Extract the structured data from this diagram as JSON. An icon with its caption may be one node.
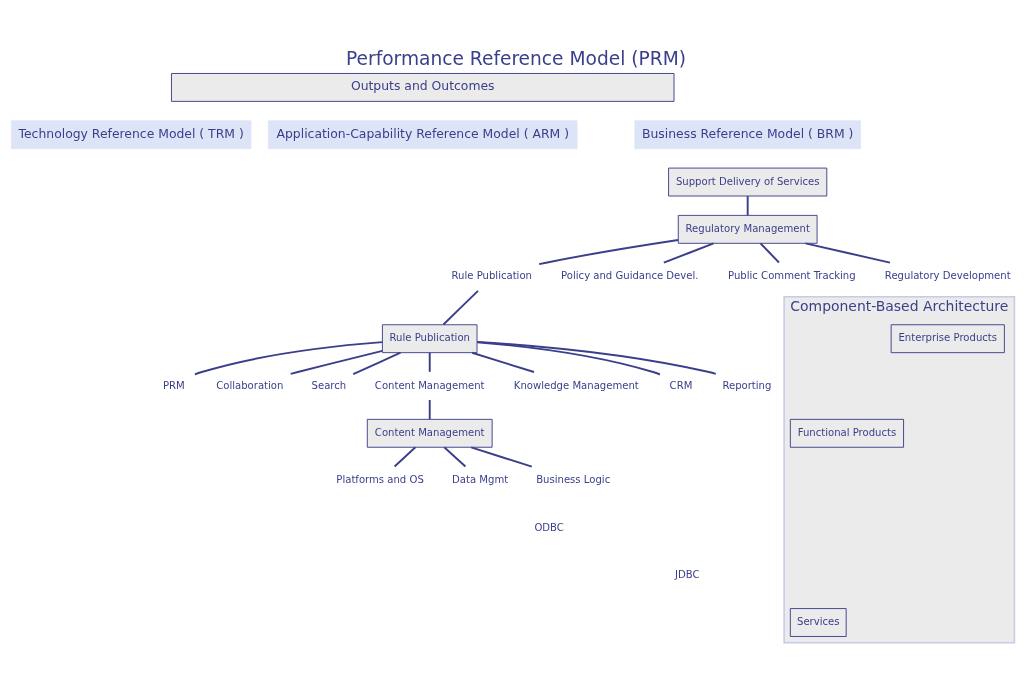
{
  "diagram": {
    "title": "Performance Reference Model (PRM)",
    "nodes": [
      {
        "text": [
          "Outputs and Outcomes"
        ]
      },
      {
        "text": [
          "Business Reference Model ( BRM )"
        ]
      },
      {
        "text": [
          "Application-Capability Reference Model ( ARM )"
        ]
      },
      {
        "text": [
          "Technology Reference Model ( TRM )"
        ]
      },
      {
        "text": [
          "Support Delivery of Services"
        ]
      },
      {
        "text": [
          "Regulatory Management"
        ]
      },
      {
        "text": [
          "Policy and Guidance Devel."
        ]
      },
      {
        "text": [
          "Public Comment Tracking"
        ]
      },
      {
        "text": [
          "Regulatory Development"
        ]
      },
      {
        "text": [
          "Rule Publication"
        ]
      },
      {
        "text": [
          "Rule Publication"
        ]
      },
      {
        "text": [
          "Knowledge Management"
        ]
      },
      {
        "text": [
          "CRM"
        ]
      },
      {
        "text": [
          "PRM"
        ]
      },
      {
        "text": [
          "Content Management"
        ]
      },
      {
        "text": [
          "Collaboration"
        ]
      },
      {
        "text": [
          "Search"
        ]
      },
      {
        "text": [
          "Reporting"
        ]
      },
      {
        "text": [
          "Content Management"
        ]
      },
      {
        "text": [
          "Platforms and OS"
        ]
      },
      {
        "text": [
          "Data Mgmt"
        ]
      },
      {
        "text": [
          "Business Logic"
        ]
      },
      {
        "text": [
          "Component-Based Architecture"
        ]
      },
      {
        "text": [
          "Enterprise Products"
        ],
        "in": 22
      },
      {
        "text": [
          "Functional Products"
        ],
        "in": 22
      },
      {
        "text": [
          "Services"
        ],
        "in": 22
      }
    ],
    "edges": [
      {
        "from": 4,
        "to": 5,
        "arrow": "none"
      },
      {
        "from": 5,
        "to": 6,
        "arrow": "none"
      },
      {
        "from": 5,
        "to": 7,
        "arrow": "none"
      },
      {
        "from": 5,
        "to": 8,
        "arrow": "none"
      },
      {
        "from": 5,
        "to": 9,
        "arrow": "none"
      },
      {
        "from": 9,
        "to": 10,
        "arrow": "none"
      },
      {
        "from": 10,
        "to": 11,
        "arrow": "none"
      },
      {
        "from": 10,
        "to": 12,
        "arrow": "none"
      },
      {
        "from": 10,
        "to": 13,
        "arrow": "none"
      },
      {
        "from": 10,
        "to": 14,
        "arrow": "none"
      },
      {
        "from": 10,
        "to": 15,
        "arrow": "none"
      },
      {
        "from": 10,
        "to": 16,
        "arrow": "none"
      },
      {
        "from": 10,
        "to": 17,
        "arrow": "none"
      },
      {
        "from": 14,
        "to": 18,
        "arrow": "none"
      },
      {
        "from": 18,
        "to": 19,
        "arrow": "none"
      },
      {
        "from": 18,
        "to": 20,
        "arrow": "none"
      },
      {
        "from": 18,
        "to": 21,
        "arrow": "none"
      }
    ],
    "labels": [
      "ODBC",
      "JDBC"
    ]
  }
}
